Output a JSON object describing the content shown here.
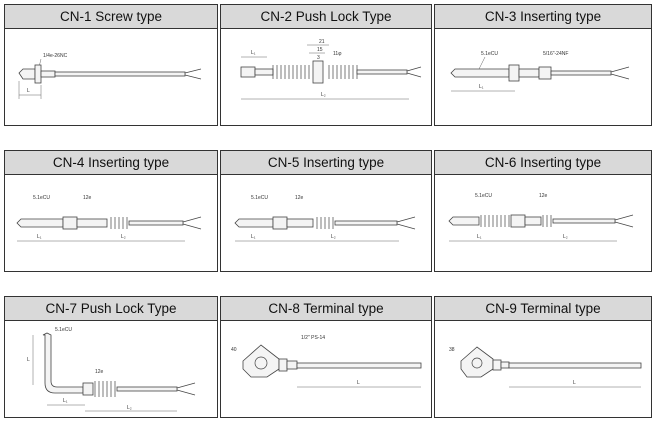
{
  "types": [
    {
      "caption": "CN-1 Screw type",
      "labels": [
        "1/4e-26NC",
        "L"
      ]
    },
    {
      "caption": "CN-2 Push Lock Type",
      "labels": [
        "21",
        "15",
        "3",
        "11φ",
        "L₁",
        "L₂"
      ]
    },
    {
      "caption": "CN-3 Inserting type",
      "labels": [
        "5.1eCU",
        "5/16\"-24NF",
        "L₁"
      ]
    },
    {
      "caption": "CN-4 Inserting type",
      "labels": [
        "5.1eCU",
        "12e",
        "L₁",
        "L₂"
      ]
    },
    {
      "caption": "CN-5 Inserting type",
      "labels": [
        "5.1eCU",
        "12e",
        "L₁",
        "L₂"
      ]
    },
    {
      "caption": "CN-6 Inserting type",
      "labels": [
        "5.1eCU",
        "12e",
        "L₁",
        "L₂"
      ]
    },
    {
      "caption": "CN-7 Push Lock Type",
      "labels": [
        "5.1eCU",
        "12e",
        "L",
        "L₁",
        "L₂"
      ]
    },
    {
      "caption": "CN-8 Terminal type",
      "labels": [
        "1/2\" PS-14",
        "40",
        "L"
      ]
    },
    {
      "caption": "CN-9 Terminal type",
      "labels": [
        "38",
        "L"
      ]
    }
  ]
}
